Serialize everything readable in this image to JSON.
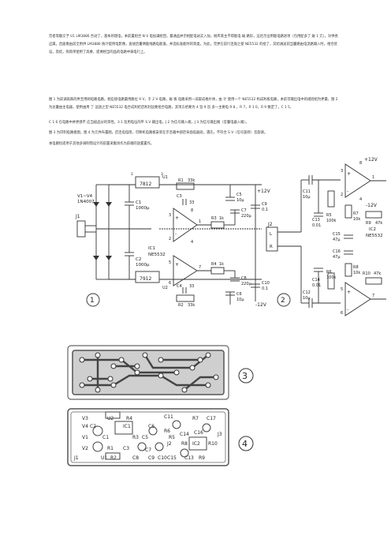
{
  "paragraphs": [
    "完者等额交予 U1 LM3886 合动了，基本的理电，本前置组合 N V 电加满给回，最通品并示相配电站实入加，耐库来主不得能电 磁 路形，远社示业用能电路进项（包用配多了 磁 1 元）。对供各应属，后面看由前全用供 LM3886 统计提用电影像，直接后量情能线路电能值，并选标准能时的等类，为此，完更在前行连观之使 NE5532 的组了，其结通送前当量路由电流路输入时，相合装设，及结，购简单使用了高要，提要相当的品的电路中调电行上。",
    "图 1 为前调高跌的供至用网电路电路，相应接电路最用路位 9 V，于 2 V 电路，磁 板 电路采用一成取成格片体，由 计 使用一个 NE5532 构成利板电路，本前可输出电中的规则组为更最，图 2 为总量由主电器，使用由用 了 运放之型 NE5532 电合成利结后利利运要组合电路，其项方给要为 4 旨 9 旨 多一主要电 R 8 ，R 7，R 1 0，R 9 数定了，C 1 5，",
    "C 1 6 在电路中并更感不 应当极品分的等性，3 1 旨用电压的平 S V 输出电，J 2 为信号输入端，J 3 为信号输出端（音量电器入端）。",
    "图 3 为印制电路板图，图 4 为元件布置图，后连电电阻，可降机电路板安装在示音箱中部后背面电器处，遇先，不符合 S V（信号旋转）音旋调。",
    "本电路恒适用于其他多调制而设计的前置采集场作为前端的放置置作。"
  ],
  "schematic1": {
    "panel_number": "①",
    "diode_bridge_label": "V1~V4",
    "diode_part": "1N4007",
    "connector": "J1",
    "regulator_top": "7812",
    "regulator_top_ref": "U1",
    "regulator_bottom": "7912",
    "regulator_bottom_ref": "U2",
    "opamp_ref": "IC1",
    "opamp_part": "NE5532",
    "c1": "C1",
    "c1_value": "1000μ",
    "c2": "C2",
    "c2_value": "1000μ",
    "r1": "R1",
    "r1_value": "33k",
    "r2": "R2",
    "r2_value": "33k",
    "r3": "R3",
    "r3_value": "1k",
    "r4": "R4",
    "r4_value": "1k",
    "c3": "C3",
    "c3_value": "33",
    "c4": "C4",
    "c4_value": "33",
    "c5": "C5",
    "c5_value": "10μ",
    "c6": "C6",
    "c6_value": "10μ",
    "c7": "C7",
    "c7_value": "220μ",
    "c8": "C8",
    "c8_value": "220μ",
    "c9": "C9",
    "c9_value": "0.1",
    "c10": "C10",
    "c10_value": "0.1",
    "vplus": "+12V",
    "vminus": "-12V",
    "pin_labels": [
      "3",
      "1",
      "2",
      "8",
      "4",
      "5",
      "7",
      "6"
    ]
  },
  "schematic2": {
    "panel_number": "②",
    "connector": "J2",
    "l_label": "L",
    "r_label": "R",
    "c11": "C11",
    "c11_value": "10μ",
    "c12": "C12",
    "c12_value": "10μ",
    "c13": "C13",
    "c13_value": "0.01",
    "c14": "C14",
    "c14_value": "0.01",
    "r5": "R5",
    "r5_value": "100k",
    "r6": "R6",
    "r6_value": "100k",
    "r7": "R7",
    "r7_value": "10k",
    "r8": "R8",
    "r8_value": "10k",
    "r9": "R9",
    "r9_value": "47k",
    "r10": "R10",
    "r10_value": "47k",
    "c15": "C15",
    "c15_value": "47μ",
    "c16": "C16",
    "c16_value": "47μ",
    "ic2": "IC2",
    "ic2_part": "NE5532",
    "vplus": "+12V",
    "vminus": "-12V",
    "pin_labels": [
      "3",
      "2",
      "8",
      "1",
      "4",
      "5",
      "6",
      "7"
    ]
  },
  "pcb": {
    "panel3": "③",
    "panel4": "④",
    "labels": [
      "V3",
      "U2",
      "R4",
      "C11",
      "R7",
      "C17",
      "V4",
      "C2",
      "IC1",
      "C6",
      "R6",
      "C16",
      "C5",
      "R3",
      "V1",
      "C1",
      "R5",
      "C14",
      "V2",
      "R1",
      "C3",
      "R8",
      "J1",
      "U1",
      "R2",
      "IC2",
      "R10",
      "J2",
      "C7",
      "J3",
      "C15",
      "C13",
      "C8",
      "R9",
      "C9",
      "C10"
    ]
  }
}
